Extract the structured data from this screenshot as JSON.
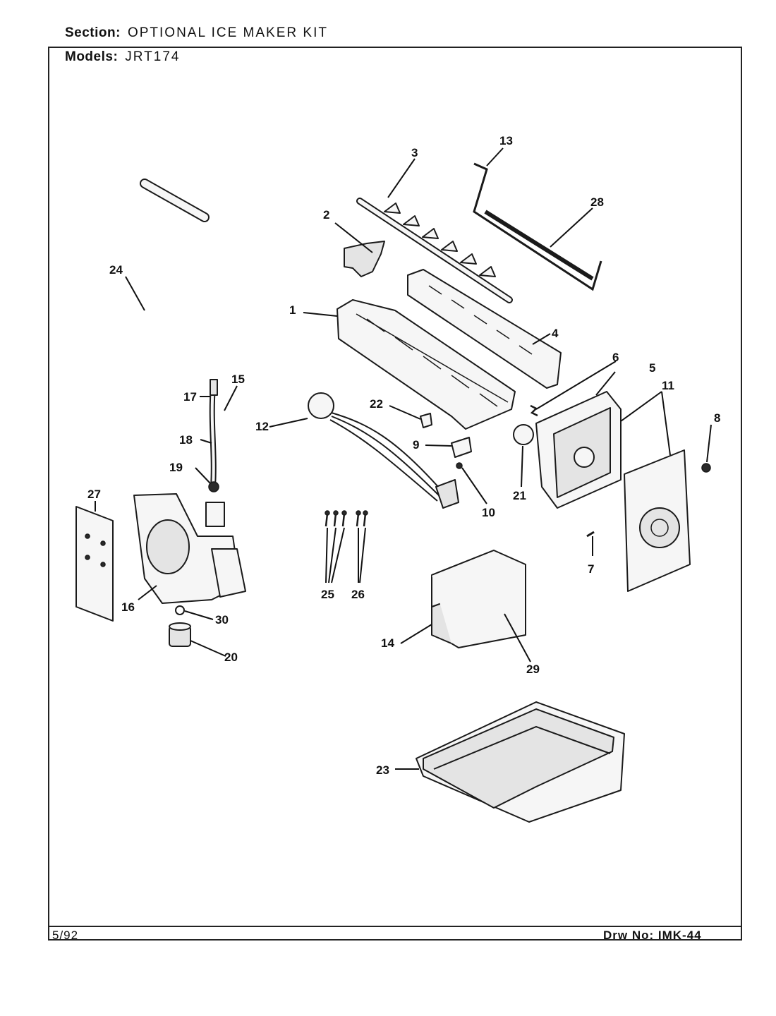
{
  "header": {
    "section_label": "Section:",
    "section_value": "OPTIONAL ICE MAKER KIT",
    "models_label": "Models:",
    "models_value": "JRT174"
  },
  "footer": {
    "date": "5/92",
    "drawing_number": "Drw No: IMK-44"
  },
  "callouts": [
    "1",
    "2",
    "3",
    "4",
    "5",
    "6",
    "7",
    "8",
    "9",
    "10",
    "11",
    "12",
    "13",
    "14",
    "15",
    "16",
    "17",
    "18",
    "19",
    "20",
    "21",
    "22",
    "23",
    "24",
    "25",
    "26",
    "27",
    "28",
    "29",
    "30"
  ],
  "colors": {
    "ink": "#111111",
    "paper": "#ffffff"
  }
}
